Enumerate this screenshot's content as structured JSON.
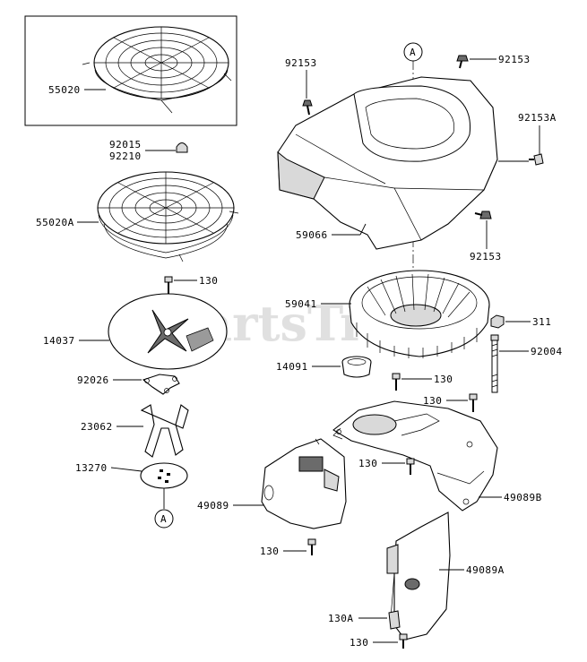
{
  "watermark": "PartsTree",
  "callouts": {
    "a_top": "A",
    "a_bottom": "A"
  },
  "labels": {
    "l55020": "55020",
    "l92015": "92015",
    "l92210": "92210",
    "l55020A": "55020A",
    "l130_a": "130",
    "l14037": "14037",
    "l92026": "92026",
    "l23062": "23062",
    "l13270": "13270",
    "l92153_a": "92153",
    "l92153_b": "92153",
    "l92153A": "92153A",
    "l92153_c": "92153",
    "l59066": "59066",
    "l59041": "59041",
    "l311": "311",
    "l92004": "92004",
    "l14091": "14091",
    "l130_b": "130",
    "l130_c": "130",
    "l130_d": "130",
    "l49089B": "49089B",
    "l49089": "49089",
    "l130_e": "130",
    "l49089A": "49089A",
    "l130A": "130A",
    "l130_f": "130"
  }
}
